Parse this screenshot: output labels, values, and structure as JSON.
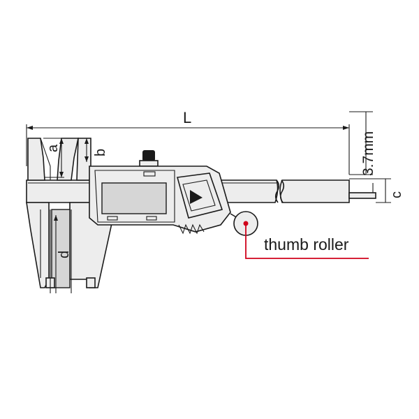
{
  "labels": {
    "length": "L",
    "a": "a",
    "b": "b",
    "c": "c",
    "d": "d",
    "depth_rod": "3.7mm",
    "callout": "thumb roller"
  },
  "colors": {
    "line": "#1a1a1a",
    "body": "#ededed",
    "shade": "#d6d6d6",
    "callout": "#d0021b"
  }
}
